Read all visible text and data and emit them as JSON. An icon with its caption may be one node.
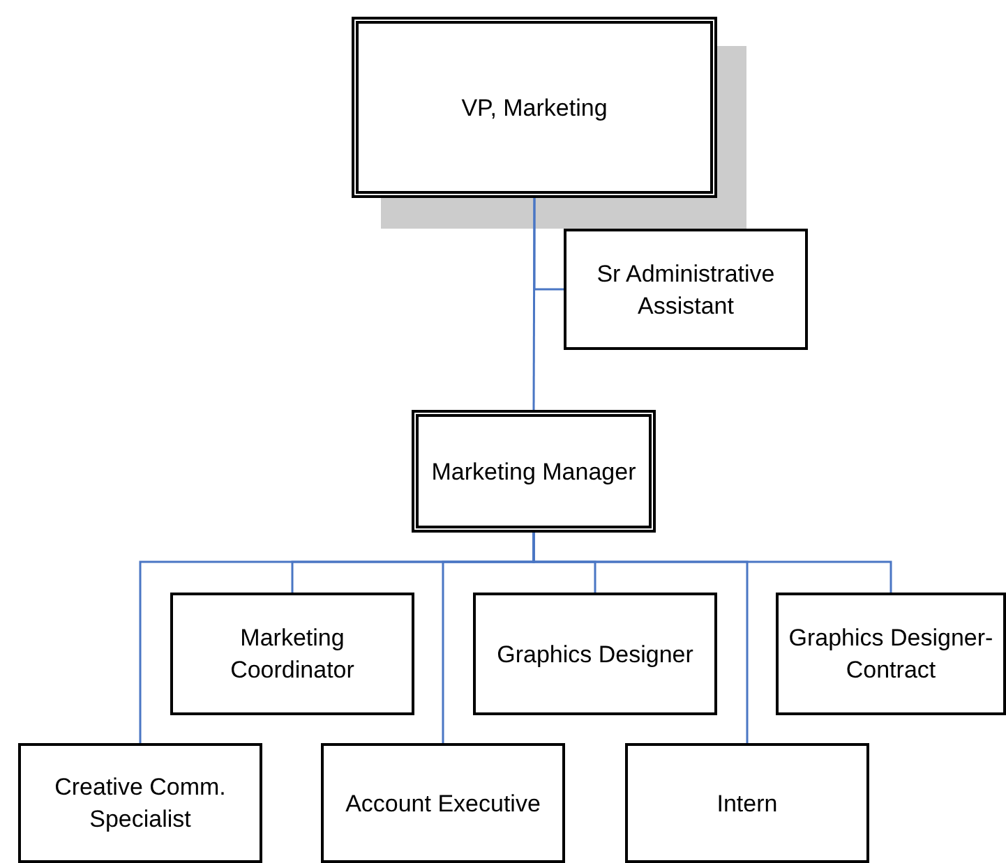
{
  "diagram": {
    "nodes": [
      {
        "text": [
          "VP, Marketing"
        ]
      },
      {
        "text": [
          "Sr Administrative Assistant"
        ]
      },
      {
        "text": [
          "Marketing Manager"
        ]
      },
      {
        "text": [
          "Marketing Coordinator"
        ]
      },
      {
        "text": [
          "Graphics Designer"
        ]
      },
      {
        "text": [
          "Graphics Designer- Contract"
        ]
      },
      {
        "text": [
          "Creative Comm. Specialist"
        ]
      },
      {
        "text": [
          "Account Executive"
        ]
      },
      {
        "text": [
          "Intern"
        ]
      }
    ],
    "edges": [
      {
        "from": 0,
        "to": 1,
        "arrow": "none"
      },
      {
        "from": 0,
        "to": 2,
        "arrow": "none"
      },
      {
        "from": 2,
        "to": 3,
        "arrow": "none"
      },
      {
        "from": 2,
        "to": 4,
        "arrow": "none"
      },
      {
        "from": 2,
        "to": 5,
        "arrow": "none"
      },
      {
        "from": 2,
        "to": 6,
        "arrow": "none"
      },
      {
        "from": 2,
        "to": 7,
        "arrow": "none"
      },
      {
        "from": 2,
        "to": 8,
        "arrow": "none"
      }
    ]
  }
}
